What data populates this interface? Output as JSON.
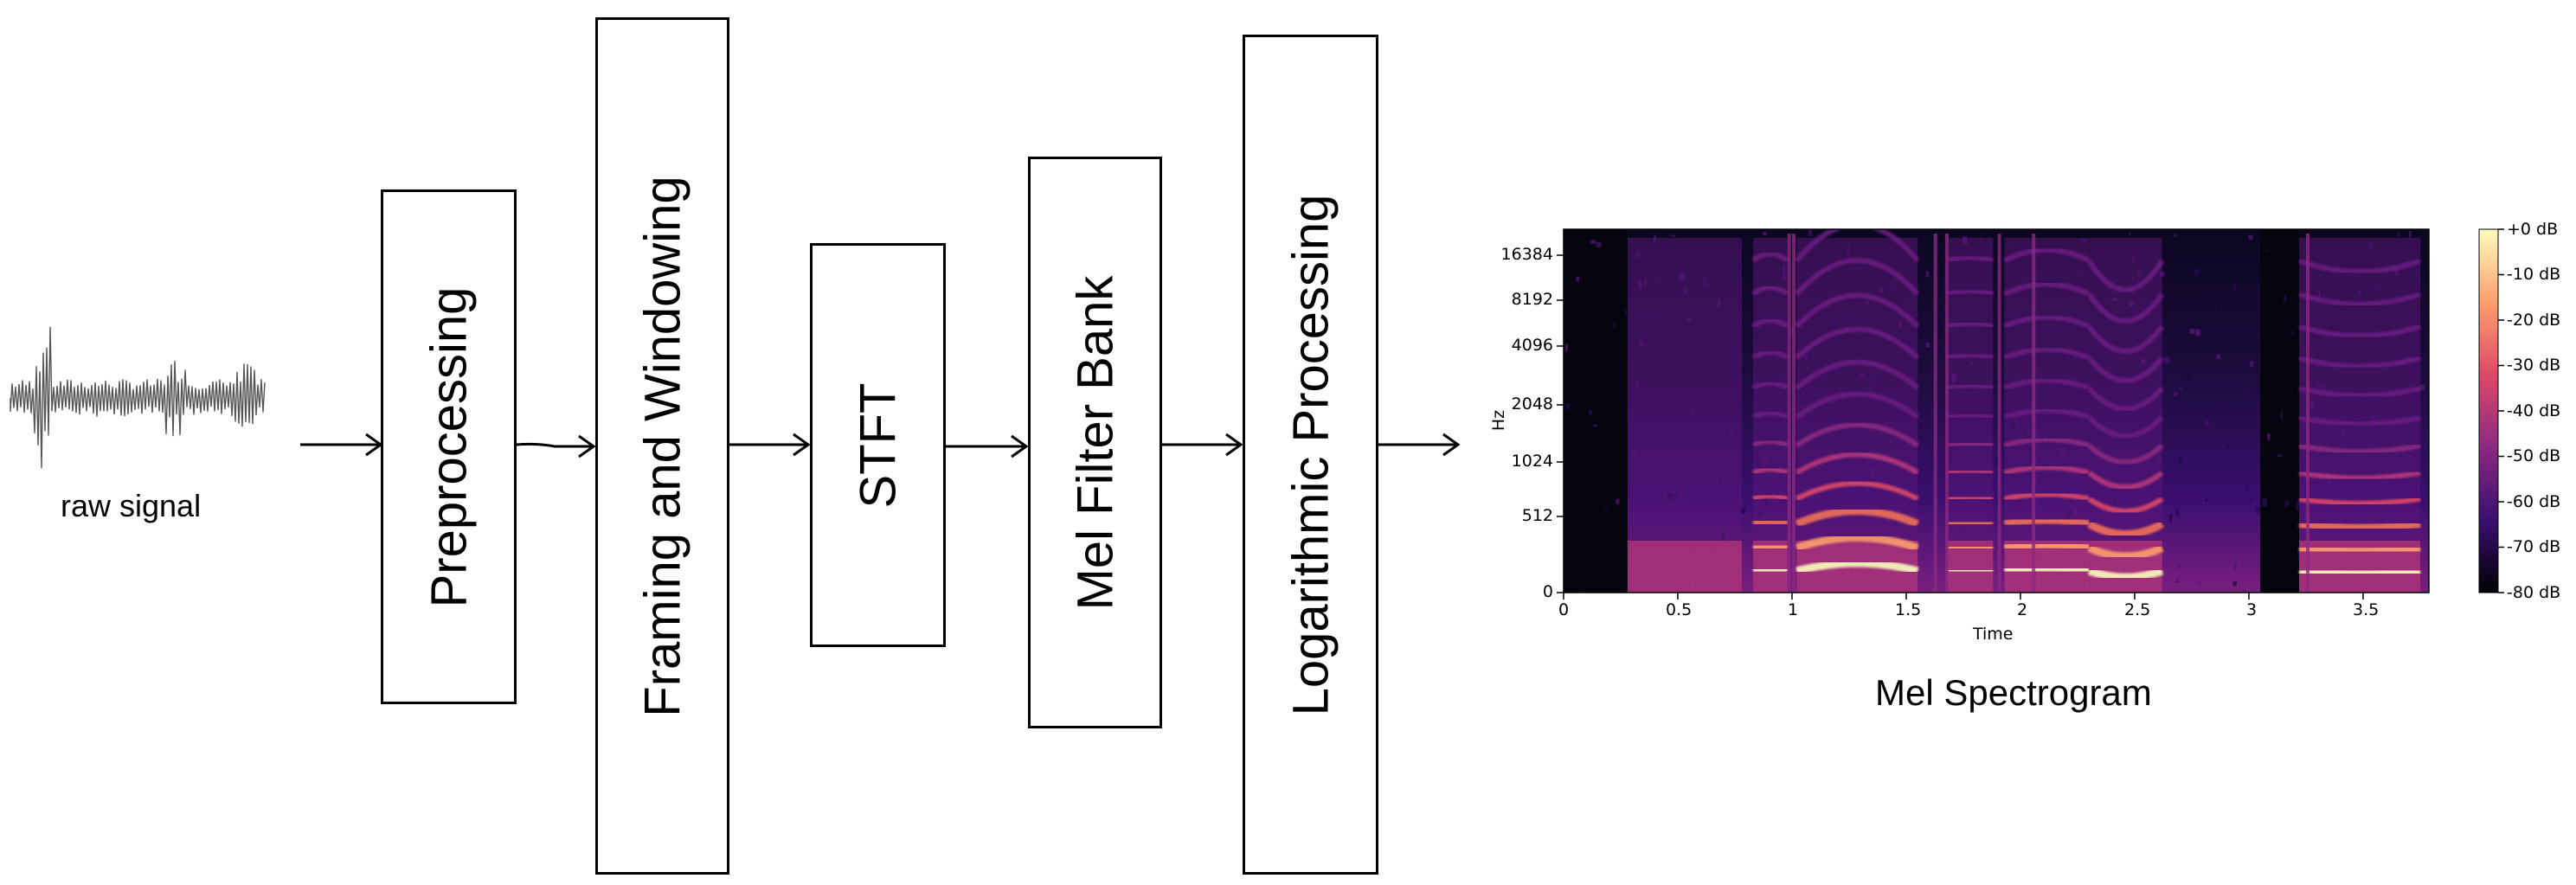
{
  "input": {
    "label": "raw signal"
  },
  "pipeline": [
    {
      "id": "preprocessing",
      "label": "Preprocessing"
    },
    {
      "id": "framing-windowing",
      "label": "Framing and Windowing"
    },
    {
      "id": "stft",
      "label": "STFT"
    },
    {
      "id": "mel-filter-bank",
      "label": "Mel Filter Bank"
    },
    {
      "id": "logarithmic-processing",
      "label": "Logarithmic Processing"
    }
  ],
  "output": {
    "caption": "Mel Spectrogram",
    "plot": {
      "y_axis_label": "Hz",
      "x_axis_label": "Time",
      "y_ticks": [
        "16384",
        "8192",
        "4096",
        "2048",
        "1024",
        "512",
        "0"
      ],
      "x_ticks": [
        "0",
        "0.5",
        "1",
        "1.5",
        "2",
        "2.5",
        "3",
        "3.5"
      ],
      "colorbar_ticks": [
        "+0 dB",
        "-10 dB",
        "-20 dB",
        "-30 dB",
        "-40 dB",
        "-50 dB",
        "-60 dB",
        "-70 dB",
        "-80 dB"
      ],
      "colormap": [
        "#000004",
        "#3b0f70",
        "#8c2981",
        "#de4968",
        "#fe9f6d",
        "#fcfdbf"
      ]
    }
  }
}
